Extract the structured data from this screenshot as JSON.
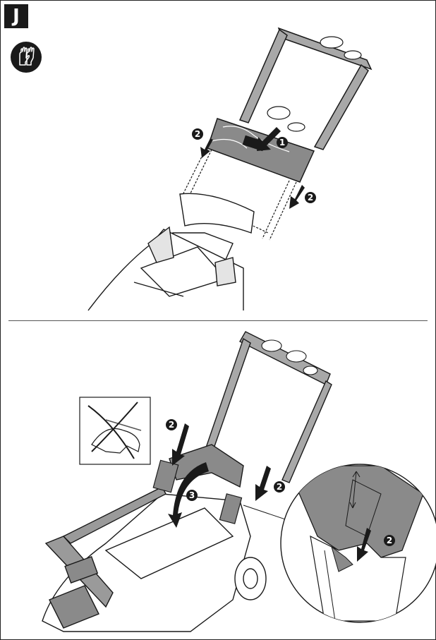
{
  "figure": {
    "label": "J"
  },
  "icons": {
    "safety": "protective-gloves-icon"
  },
  "steps": {
    "one": "1",
    "two": "2",
    "three": "3"
  },
  "colors": {
    "ink": "#1a1a1a",
    "handle_gray": "#9a9a9a",
    "panel_gray": "#8a8a8a",
    "lens_fill": "#d9d9d9"
  }
}
